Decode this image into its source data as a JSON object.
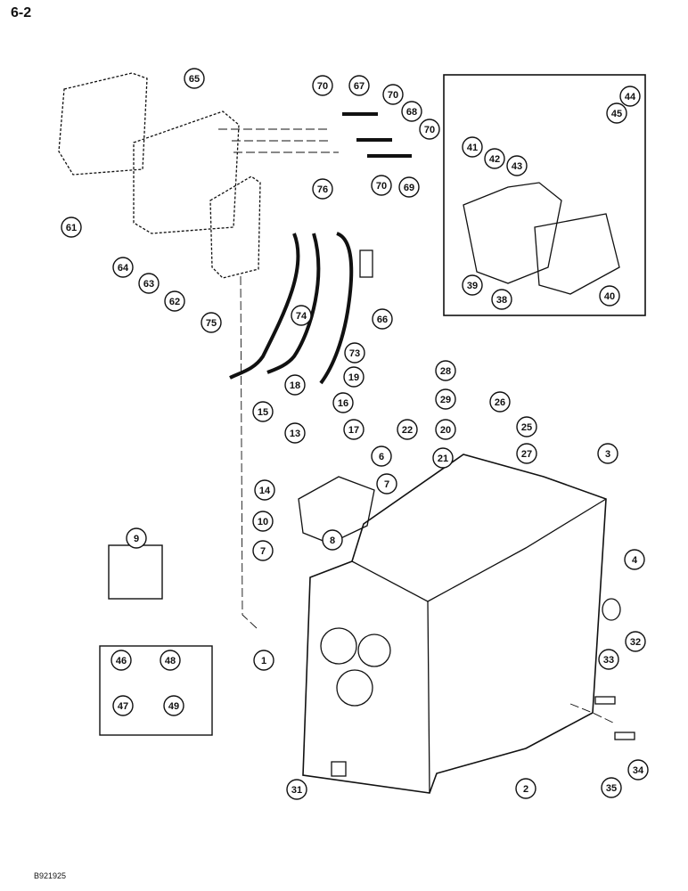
{
  "page": {
    "number": "6-2",
    "ref_code": "B921925"
  },
  "callouts": [
    "65",
    "70",
    "67",
    "70",
    "68",
    "70",
    "70",
    "69",
    "61",
    "76",
    "64",
    "63",
    "62",
    "44",
    "45",
    "41",
    "42",
    "43",
    "39",
    "38",
    "40",
    "66",
    "75",
    "74",
    "73",
    "28",
    "29",
    "26",
    "25",
    "27",
    "18",
    "19",
    "16",
    "15",
    "13",
    "17",
    "22",
    "20",
    "21",
    "3",
    "6",
    "14",
    "7",
    "10",
    "8",
    "7",
    "9",
    "4",
    "1",
    "46",
    "48",
    "32",
    "33",
    "47",
    "49",
    "31",
    "2",
    "35",
    "34"
  ]
}
